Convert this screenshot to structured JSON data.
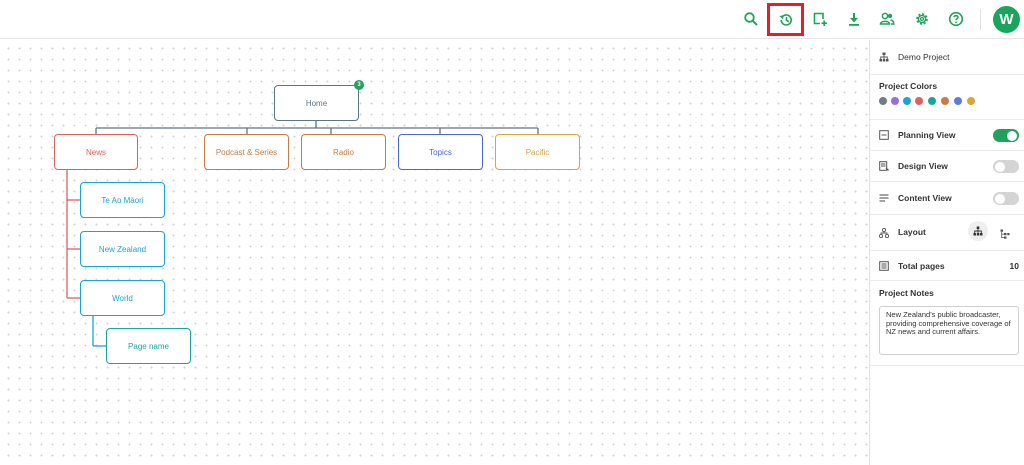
{
  "user": {
    "avatar_initial": "W"
  },
  "toolbar": {
    "icons": [
      "search-icon",
      "history-icon",
      "add-page-icon",
      "download-icon",
      "share-users-icon",
      "settings-gear-icon",
      "help-icon"
    ],
    "highlighted": "history-icon",
    "icon_color": "#1fa25a"
  },
  "sitemap": {
    "root": {
      "label": "Home",
      "badge": "3",
      "color": "#5c7585"
    },
    "sections": [
      {
        "label": "News",
        "color": "#e0605a"
      },
      {
        "label": "Podcast & Series",
        "color": "#c77c45"
      },
      {
        "label": "Radio",
        "color": "#c77c45"
      },
      {
        "label": "Topics",
        "color": "#4a68d8"
      },
      {
        "label": "Pacific",
        "color": "#d9a43c"
      }
    ],
    "news_children": [
      {
        "label": "Te Ao Māori",
        "color": "#1aa4d4"
      },
      {
        "label": "New Zealand",
        "color": "#1aa4d4"
      },
      {
        "label": "World",
        "color": "#1aa4d4"
      }
    ],
    "world_children": [
      {
        "label": "Page name",
        "color": "#1ba59a"
      }
    ]
  },
  "panel": {
    "project_name": "Demo Project",
    "colors_title": "Project Colors",
    "colors": [
      "#6e7e86",
      "#9b6fd0",
      "#1aa4d4",
      "#e0605a",
      "#1ba59a",
      "#c77c45",
      "#5b7be0",
      "#d9a43c"
    ],
    "planning_view": {
      "label": "Planning View",
      "on": true
    },
    "design_view": {
      "label": "Design View",
      "on": false
    },
    "content_view": {
      "label": "Content View",
      "on": false
    },
    "layout_label": "Layout",
    "total_pages_label": "Total pages",
    "total_pages_value": "10",
    "notes_title": "Project Notes",
    "notes_text": "New Zealand's public broadcaster, providing comprehensive coverage of NZ news and current affairs."
  }
}
